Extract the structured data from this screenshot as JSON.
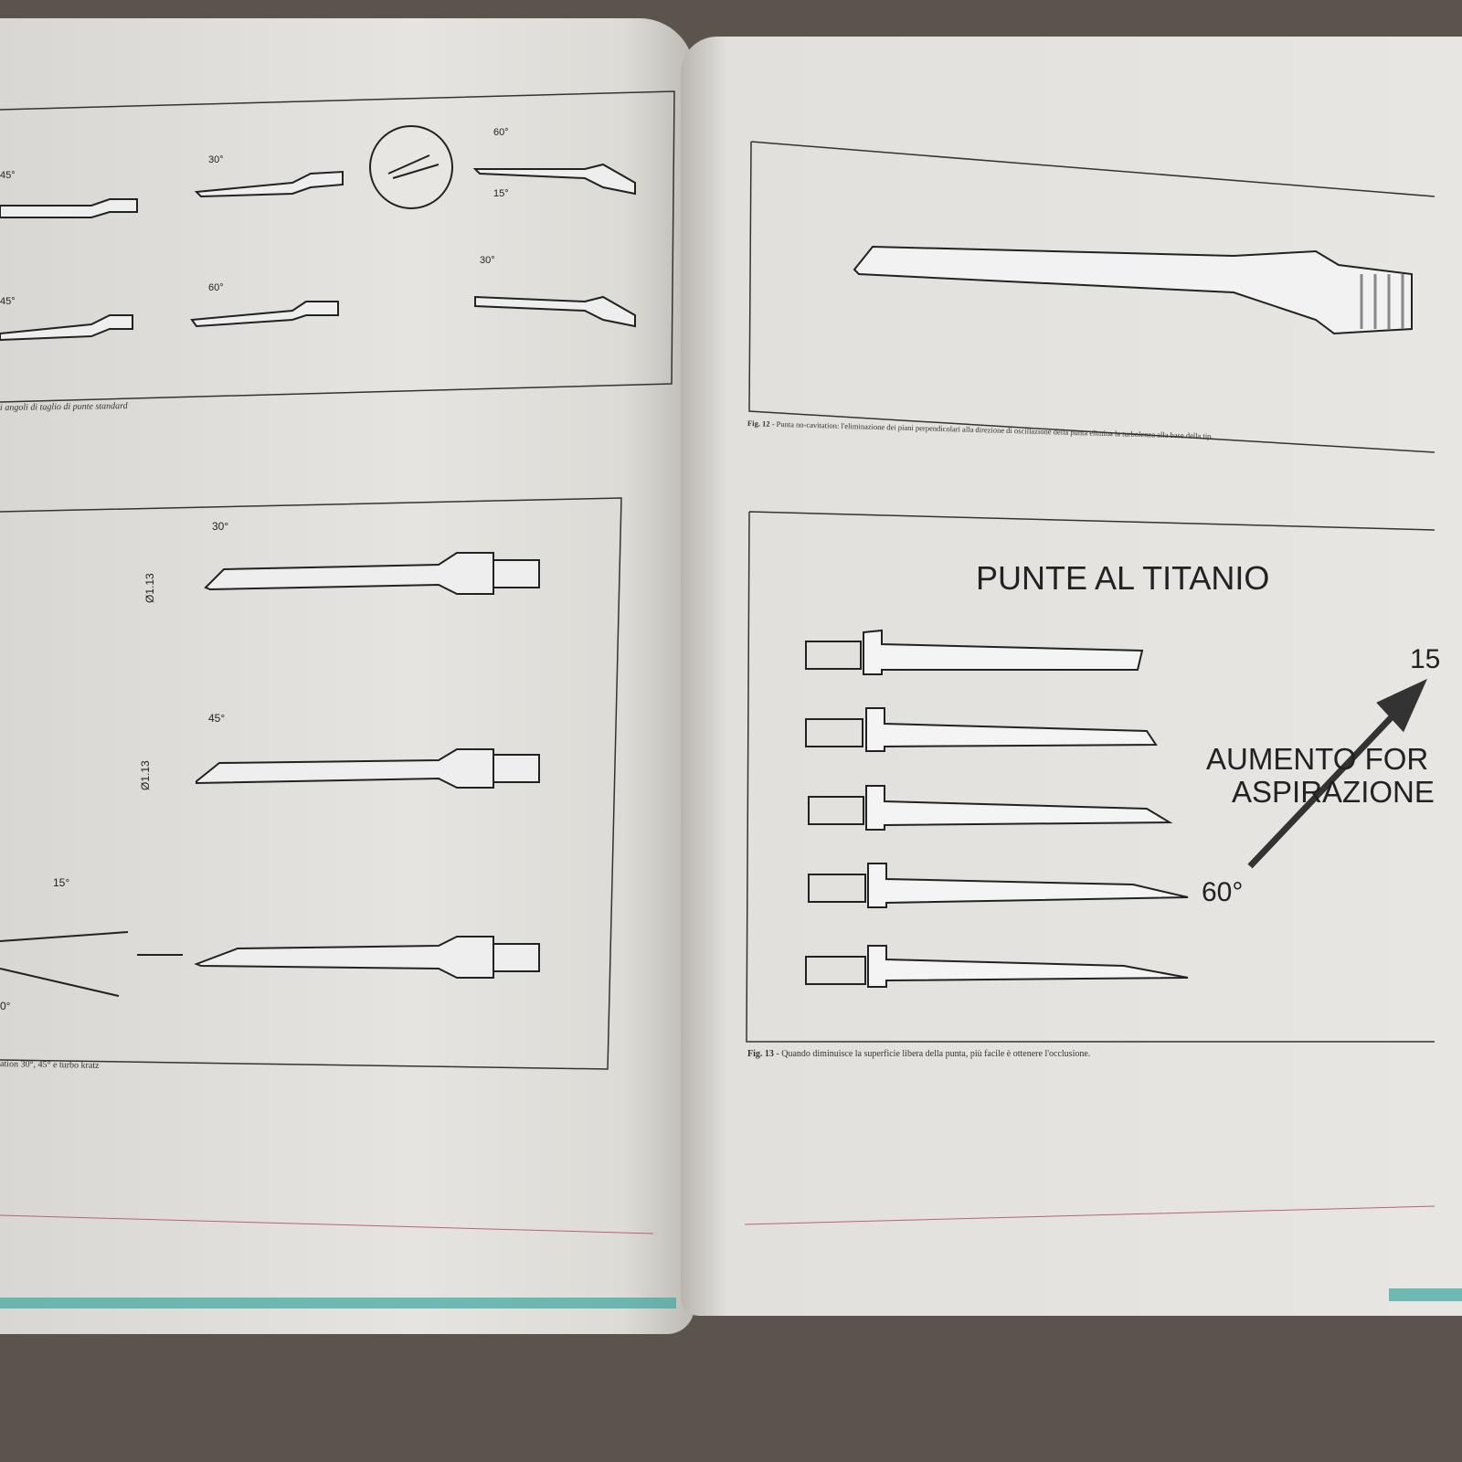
{
  "left_page": {
    "top_figure": {
      "angles": [
        "45°",
        "30°",
        "60°",
        "15°",
        "45°",
        "60°",
        "30°"
      ],
      "caption": "i angoli di taglio di punte standard"
    },
    "bottom_figure": {
      "tips": [
        {
          "angle": "30°",
          "diameter": "Ø1.13"
        },
        {
          "angle": "45°",
          "diameter": "Ø1.13"
        },
        {
          "angle": "15°",
          "diameter": ""
        }
      ],
      "extra_angle": "0°",
      "caption": "ation 30°, 45° e turbo kratz"
    }
  },
  "right_page": {
    "fig12": {
      "caption_label": "Fig. 12",
      "caption": " - Punta no-cavitation: l'eliminazione dei piani perpendicolari alla direzione di oscillazione della punta elimina la turbolenza alla base della tip."
    },
    "fig13": {
      "title": "PUNTE AL TITANIO",
      "arrow_top_label": "15",
      "arrow_bottom_label": "60°",
      "arrow_text_line1": "AUMENTO FOR",
      "arrow_text_line2": "ASPIRAZIONE",
      "caption_label": "Fig. 13",
      "caption": " - Quando diminuisce la superficie libera della punta, più facile è ottenere l'occlusione."
    }
  },
  "colors": {
    "page": "#e4e2de",
    "line": "#333333",
    "rule": "#c06070",
    "cover_edge": "#3aa6a0"
  }
}
